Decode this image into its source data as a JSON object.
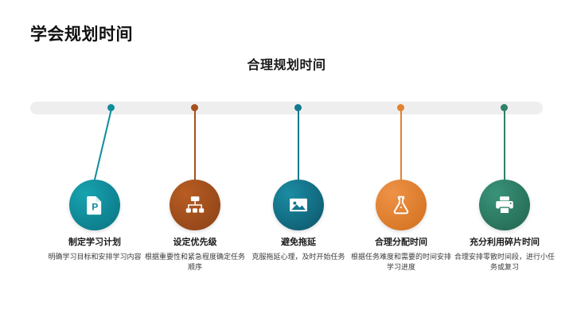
{
  "slide": {
    "title": "学会规划时间",
    "subtitle": "合理规划时间",
    "background_color": "#ffffff",
    "timeline_bar_color": "#eeeeef"
  },
  "items": [
    {
      "label": "制定学习计划",
      "description": "明确学习目标和安排学习内容",
      "color": "#0f8d9b",
      "color_dark": "#0b6f7d",
      "icon": "presentation-file-icon"
    },
    {
      "label": "设定优先级",
      "description": "根据重要性和紧急程度确定任务顺序",
      "color": "#a4511d",
      "color_dark": "#8a4217",
      "icon": "hierarchy-icon"
    },
    {
      "label": "避免拖延",
      "description": "克服拖延心理，及时开始任务",
      "color": "#14798f",
      "color_dark": "#0d5d73",
      "icon": "image-icon"
    },
    {
      "label": "合理分配时间",
      "description": "根据任务难度和需要的时间安排学习进度",
      "color": "#e2822e",
      "color_dark": "#cf6c1c",
      "icon": "flask-icon"
    },
    {
      "label": "充分利用碎片时间",
      "description": "合理安排零散时间段，进行小任务或复习",
      "color": "#2e8068",
      "color_dark": "#236855",
      "icon": "printer-icon"
    }
  ]
}
